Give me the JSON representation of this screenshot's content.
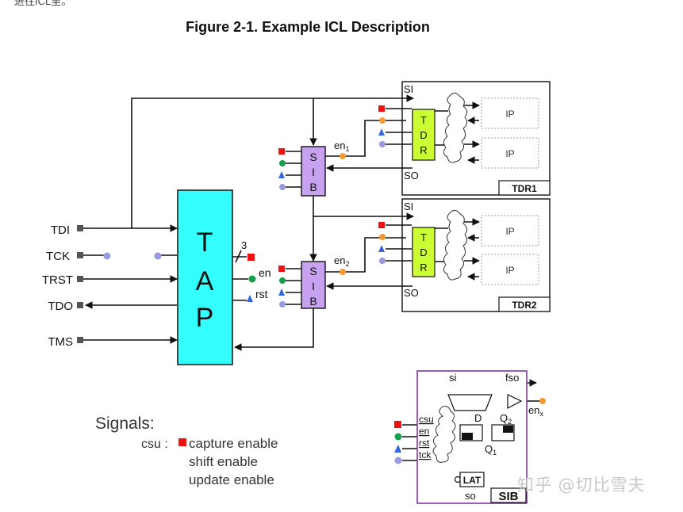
{
  "top_fragment": "进往ICL里。",
  "figure_title": "Figure 2-1. Example ICL Description",
  "tap": {
    "letters": [
      "T",
      "A",
      "P"
    ],
    "bus_width": "3"
  },
  "ports": {
    "tdi": "TDI",
    "tck": "TCK",
    "trst": "TRST",
    "tdo": "TDO",
    "tms": "TMS"
  },
  "tap_outputs": {
    "en": "en",
    "rst": "rst"
  },
  "sib_letters": [
    "S",
    "I",
    "B"
  ],
  "tdr_letters": [
    "T",
    "D",
    "R"
  ],
  "tdr1": {
    "name": "TDR1",
    "si": "SI",
    "so": "SO",
    "ip1": "IP",
    "ip2": "IP",
    "en_base": "en",
    "en_sub": "1"
  },
  "tdr2": {
    "name": "TDR2",
    "si": "SI",
    "so": "SO",
    "ip1": "IP",
    "ip2": "IP",
    "en_base": "en",
    "en_sub": "2"
  },
  "sib_detail": {
    "si": "si",
    "fso": "fso",
    "en_base": "en",
    "en_sub": "x",
    "csu": "csu",
    "en": "en",
    "rst": "rst",
    "tck": "tck",
    "d": "D",
    "q2": "Q",
    "q2_sub": "2",
    "q1": "Q",
    "q1_sub": "1",
    "lat": "LAT",
    "so": "so",
    "name": "SIB"
  },
  "legend": {
    "heading": "Signals:",
    "prefix": "csu :",
    "line1": "capture enable",
    "line2": "shift enable",
    "line3": "update enable"
  },
  "watermark": "知乎 @切比雪夫",
  "colors": {
    "tap": "#33ffff",
    "sib": "#c8a2f0",
    "tdr": "#ccff33",
    "csu_red": "#ee1111",
    "se_green": "#12a04a",
    "rst_blue": "#3366dd",
    "tck_lavender": "#9999dd",
    "en_orange": "#f59a30",
    "sib_frame": "#8833aa"
  }
}
